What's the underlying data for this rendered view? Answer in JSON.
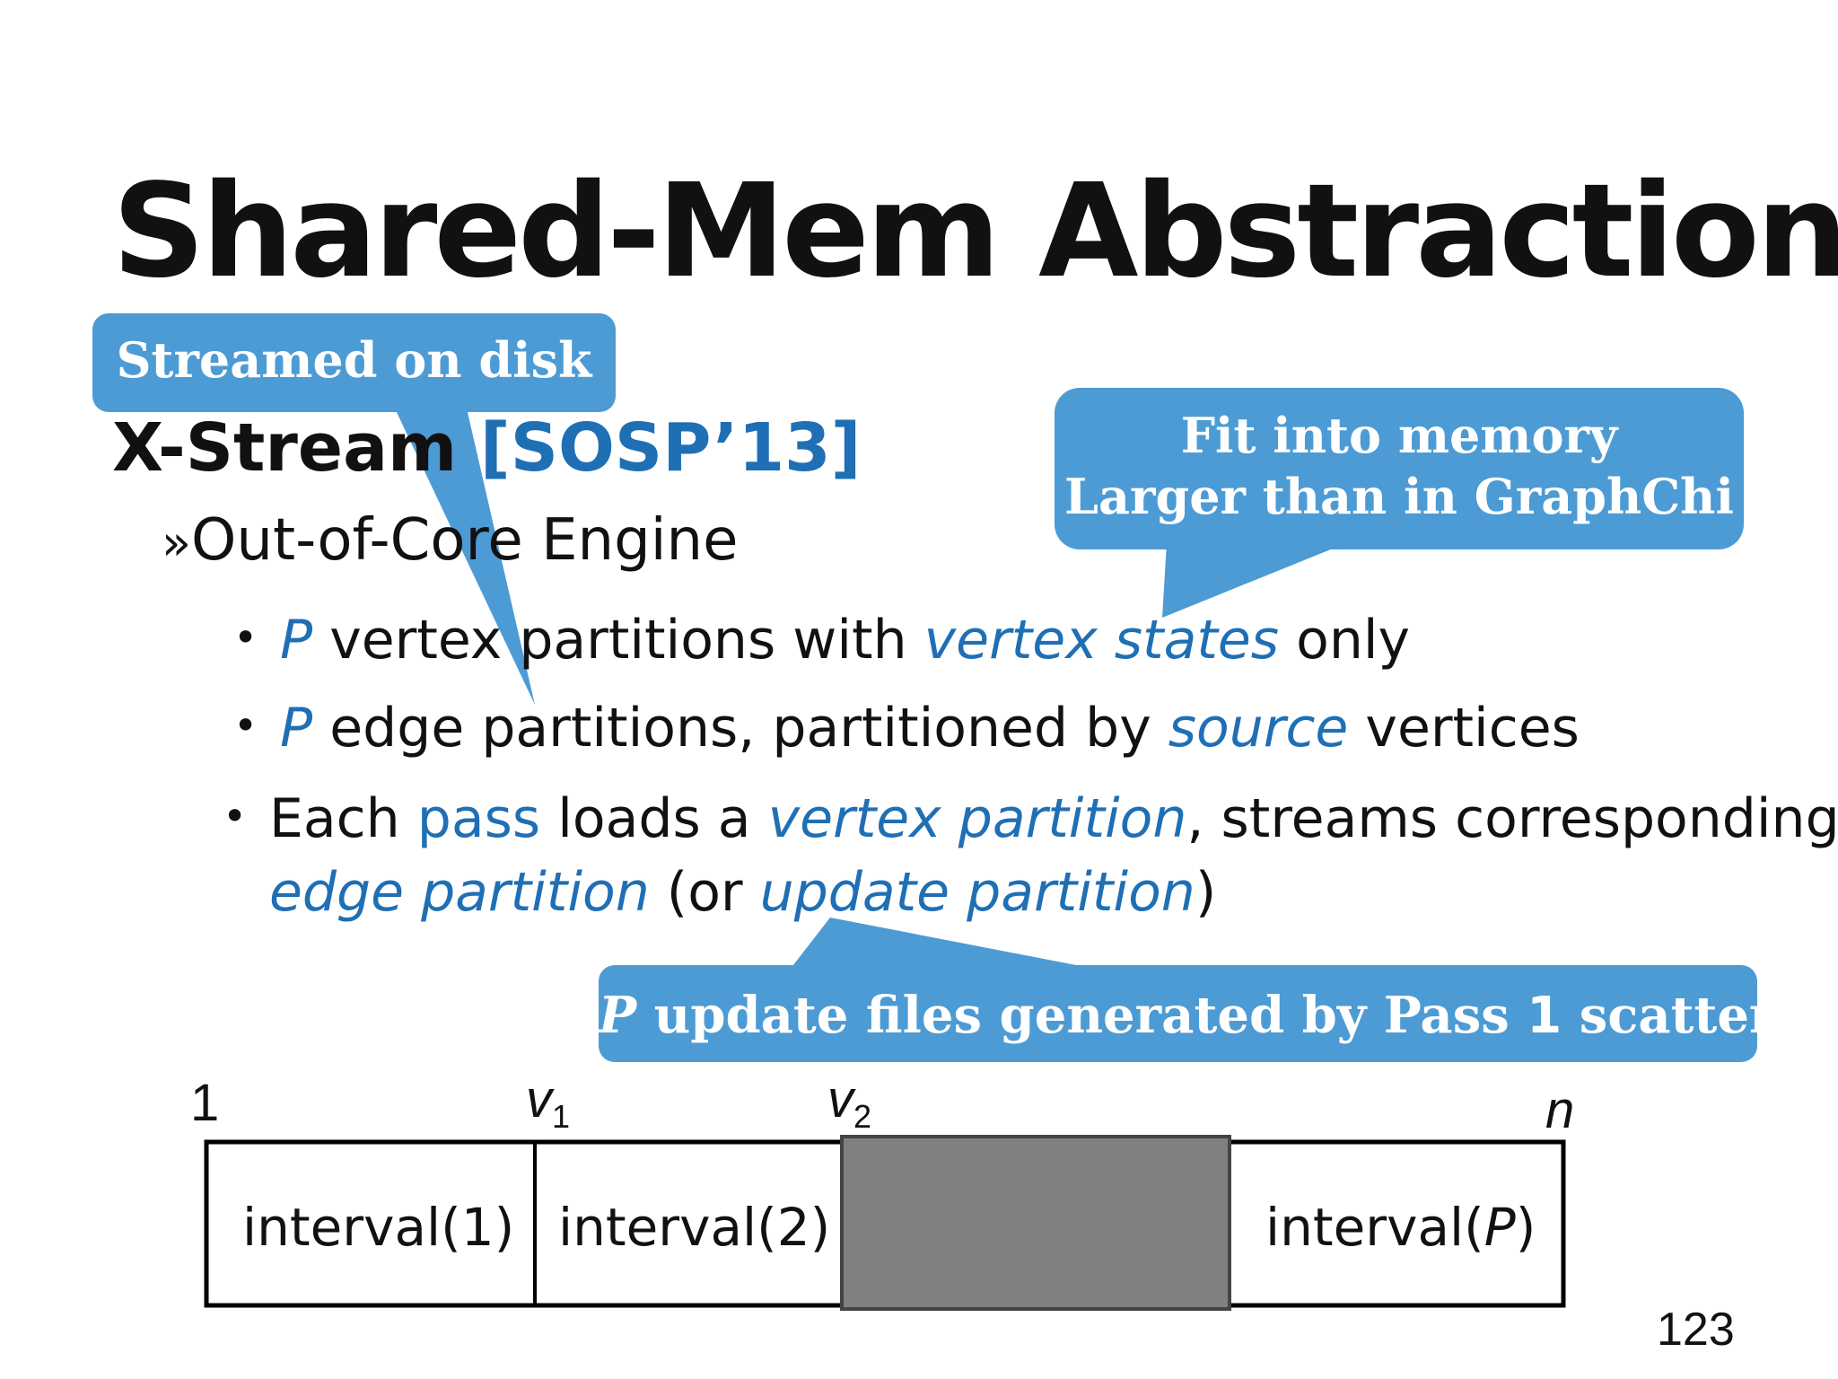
{
  "slide": {
    "title": "Shared-Mem Abstraction",
    "section": {
      "main": "X-Stream",
      "ref": " [SOSP’13]"
    },
    "sub_marker": "»",
    "sub_item": "Out-of-Core Engine",
    "bullet_marker": "•",
    "bullets": [
      {
        "b": "P",
        "t1": " vertex partitions with ",
        "h": "vertex states",
        "t2": " only"
      },
      {
        "b": "P",
        "t1": " edge partitions, partitioned by ",
        "h": "source",
        "t2": " vertices"
      },
      {
        "t0": "Each ",
        "pass": "pass",
        "t1": " loads a ",
        "h": "vertex partition",
        "t2": ", streams corresponding",
        "h2": "edge partition",
        "t3": " (or ",
        "h3": "update partition",
        "t4": ")"
      }
    ],
    "page_number": "123"
  },
  "callouts": {
    "disk": "Streamed on disk",
    "memory": {
      "line1": "Fit into memory",
      "line2": "Larger than in GraphChi"
    },
    "update": {
      "p": "P",
      "text": " update files generated by Pass ",
      "num": "1",
      "text2": " scattering"
    }
  },
  "diagram": {
    "ticks": {
      "start": "1",
      "v": "v",
      "one": "1",
      "two": "2",
      "end": "n"
    },
    "intervals": {
      "first": "interval(1)",
      "second": "interval(2)",
      "last_pre": "interval(",
      "last_p": "P",
      "last_post": ")"
    }
  },
  "colors": {
    "callout": "#4d9bd4",
    "highlight": "#1f6fb5",
    "shaded": "#808082"
  }
}
